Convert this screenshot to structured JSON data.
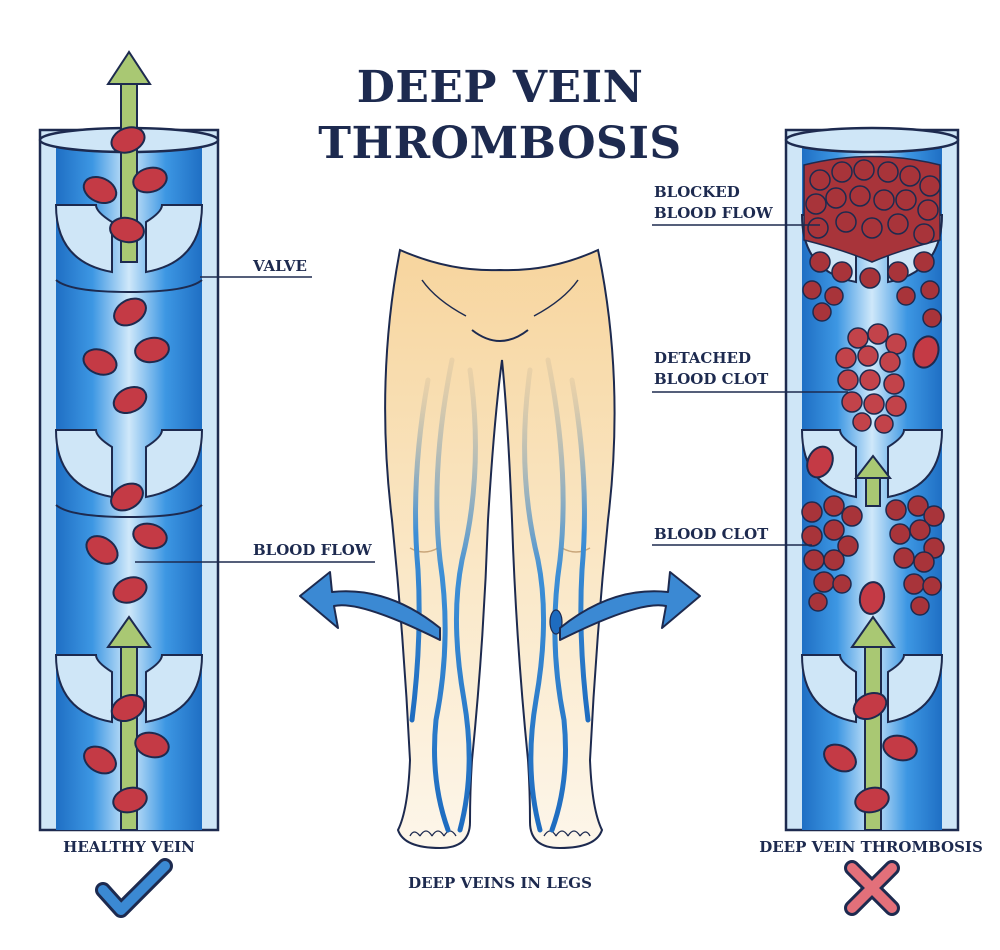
{
  "title": {
    "line1": "DEEP VEIN",
    "line2": "THROMBOSIS"
  },
  "left_panel": {
    "labels": {
      "valve": "VALVE",
      "blood_flow": "BLOOD FLOW"
    },
    "caption": "HEALTHY VEIN",
    "status_icon": "checkmark-icon"
  },
  "center_panel": {
    "caption": "DEEP VEINS IN LEGS"
  },
  "right_panel": {
    "labels": {
      "blocked_1": "BLOCKED",
      "blocked_2": "BLOOD FLOW",
      "detached_1": "DETACHED",
      "detached_2": "BLOOD CLOT",
      "clot": "BLOOD CLOT"
    },
    "caption": "DEEP VEIN THROMBOSIS",
    "status_icon": "cross-icon"
  },
  "colors": {
    "navy": "#1d2a4f",
    "vein_blue": "#2f86d8",
    "vein_light": "#bfe0f6",
    "rbc_red": "#c43a45",
    "clot_red": "#a8343a",
    "arrow_green": "#a9c873",
    "skin": "#f8ddb0",
    "check_blue": "#3b89d3",
    "cross_red": "#e3707a"
  }
}
